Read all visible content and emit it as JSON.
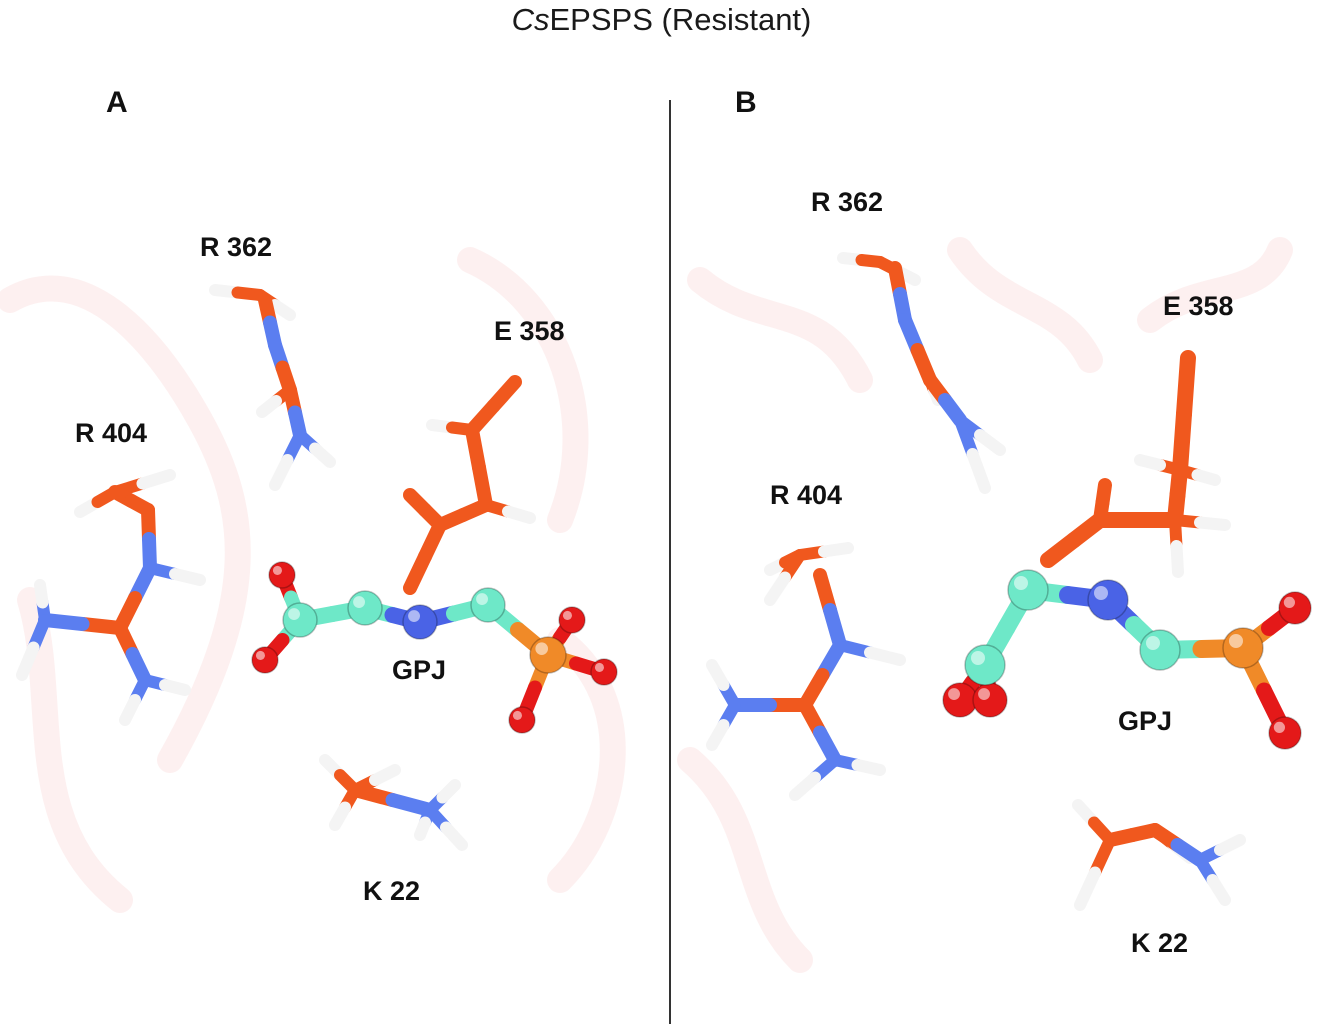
{
  "figure": {
    "title_italic": "Cs",
    "title_rest": "EPSPS (Resistant)",
    "panels": [
      {
        "label": "A",
        "residues": {
          "r362": "R 362",
          "e358": "E 358",
          "r404": "R 404",
          "gpj": "GPJ",
          "k22": "K 22"
        }
      },
      {
        "label": "B",
        "residues": {
          "r362": "R 362",
          "e358": "E 358",
          "r404": "R 404",
          "gpj": "GPJ",
          "k22": "K 22"
        }
      }
    ]
  },
  "colors": {
    "carbon": "#f0581e",
    "carbon_dark": "#b8330c",
    "nitrogen": "#5b7ef0",
    "hydrogen": "#f4f4f4",
    "oxygen": "#e41919",
    "ligand_carbon": "#6ee8c8",
    "ligand_nitrogen": "#4a63e6",
    "phosphorus": "#f08a28",
    "backdrop": "#fbe4e4"
  }
}
